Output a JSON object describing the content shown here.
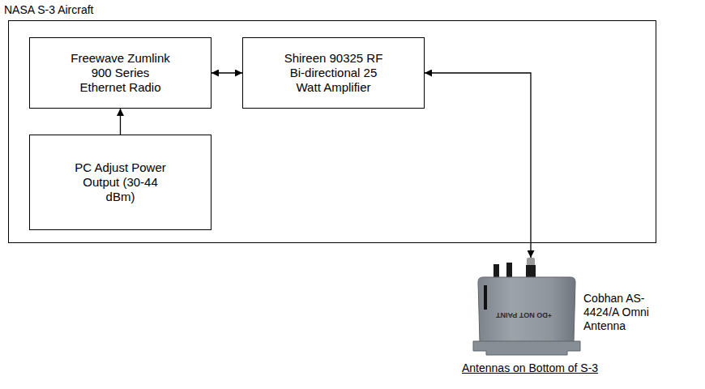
{
  "diagram": {
    "nodes": [
      {
        "text": [
          "NASA S-3 Aircraft"
        ]
      },
      {
        "text": [
          "Freewave Zumlink 900 Series Ethernet Radio"
        ],
        "in": 0
      },
      {
        "text": [
          "Shireen 90325 RF Bi-directional 25 Watt Amplifier"
        ],
        "in": 0
      },
      {
        "text": [
          "PC Adjust Power Output (30-44 dBm)"
        ],
        "in": 0
      },
      {
        "text": [
          "Cobhan AS-4424/A Omni Antenna",
          "Antennas on Bottom of S-3"
        ]
      }
    ],
    "edges": [
      {
        "from": 1,
        "to": 2,
        "arrow": "both"
      },
      {
        "from": 3,
        "to": 1,
        "arrow": "to"
      },
      {
        "from": 2,
        "to": 4,
        "arrow": "both"
      }
    ],
    "labels": [
      "+DO NOT PAINT"
    ]
  }
}
